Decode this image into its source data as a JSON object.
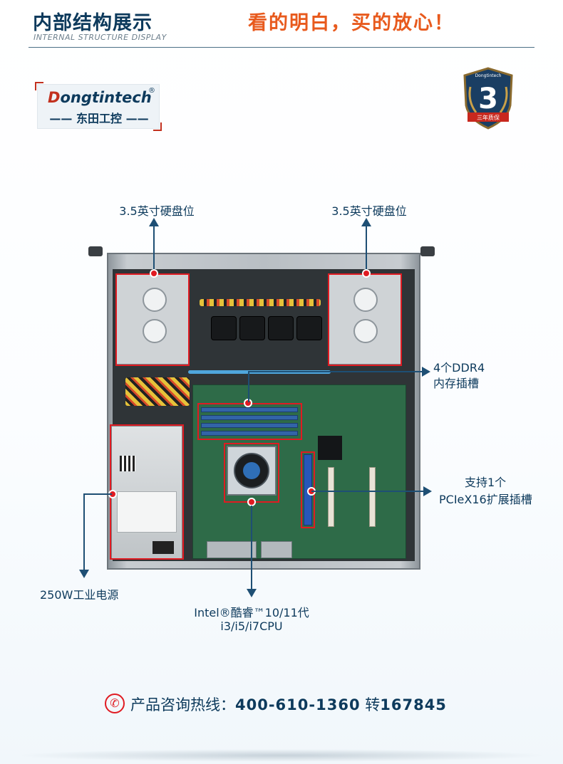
{
  "header": {
    "title": "内部结构展示",
    "subtitle": "INTERNAL STRUCTURE DISPLAY",
    "slogan": "看的明白，买的放心！"
  },
  "logo": {
    "brand_en_first": "D",
    "brand_en_rest": "ongtintech",
    "registered": "®",
    "brand_cn": "东田工控",
    "dash": "—"
  },
  "badge": {
    "brand": "Dongtintech",
    "number": "3",
    "ribbon": "三年质保"
  },
  "callouts": {
    "hdd_left": "3.5英寸硬盘位",
    "hdd_right": "3.5英寸硬盘位",
    "ram_line1": "4个DDR4",
    "ram_line2": "内存插槽",
    "pcie_line1": "支持1个",
    "pcie_line2": "PCIeX16扩展插槽",
    "psu": "250W工业电源",
    "cpu_line1": "Intel®酷睿™10/11代",
    "cpu_line2": "i3/i5/i7CPU"
  },
  "footer": {
    "phone_icon": "phone-icon",
    "label": "产品咨询热线：",
    "number": "400-610-1360",
    "ext_label": "转",
    "ext_number": "167845"
  },
  "colors": {
    "navy": "#0d3a5c",
    "orange": "#e85a1d",
    "highlight_red": "#e01b22"
  }
}
